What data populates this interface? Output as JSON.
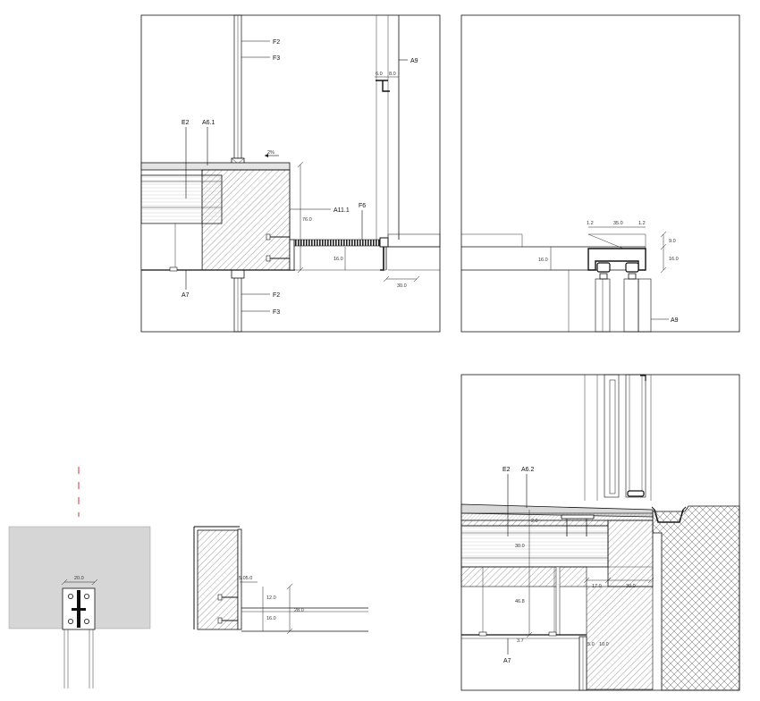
{
  "labels": {
    "F2": "F2",
    "F3": "F3",
    "A9": "A9",
    "E2": "E2",
    "A6_1": "A6.1",
    "A6_2": "A6.2",
    "A7": "A7",
    "A11_1": "A11.1",
    "F6": "F6",
    "slope": "2%"
  },
  "dims": {
    "d6_0": "6.0",
    "d8_0": "8.0",
    "d76_0": "76.0",
    "d16_0": "16.0",
    "d30_0": "30.0",
    "d1_2": "1.2",
    "d35_0": "35.0",
    "d9_0": "9.0",
    "d20_0": "20.0",
    "d5_05": "5.05.0",
    "d12_0": "12.0",
    "d28_0": "28.0",
    "d2_0": "2.0",
    "d46_8": "46.8",
    "d17_0": "17.0",
    "d5_0": "5.0",
    "d10_0": "10.0",
    "d3_7": "3.7"
  },
  "colors": {
    "line": "#111111",
    "hatch": "#555555",
    "plate": "#d6d6d6",
    "dashed_red": "#e0555a"
  }
}
